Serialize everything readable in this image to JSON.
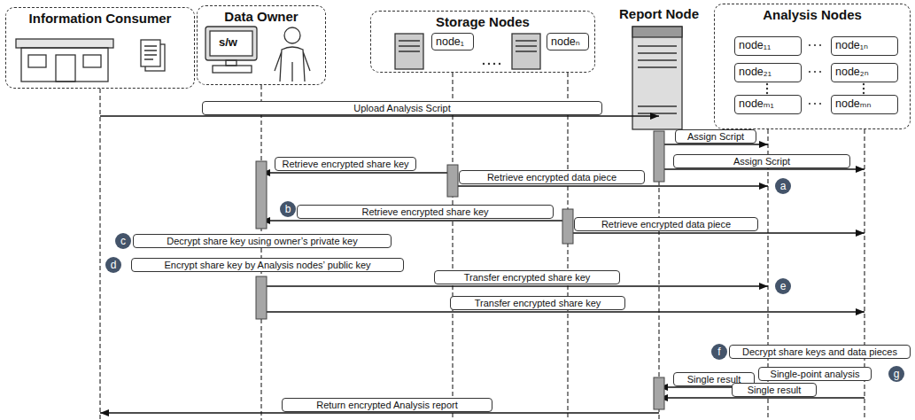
{
  "diagram": {
    "nodes": [
      {
        "text": [
          "Information Consumer"
        ]
      },
      {
        "text": [
          "Data Owner"
        ]
      },
      {
        "text": [
          "Storage Nodes"
        ]
      },
      {
        "text": [
          "node₁"
        ],
        "in": 2
      },
      {
        "text": [
          "nodeₙ"
        ],
        "in": 2
      },
      {
        "text": [
          "Report Node"
        ]
      },
      {
        "text": [
          "Analysis Nodes"
        ]
      },
      {
        "text": [
          "node₁₁"
        ],
        "in": 6
      },
      {
        "text": [
          "node₂₁"
        ],
        "in": 6
      },
      {
        "text": [
          "nodeₘ₁"
        ],
        "in": 6
      },
      {
        "text": [
          "node₁ₙ"
        ],
        "in": 6
      },
      {
        "text": [
          "node₂ₙ"
        ],
        "in": 6
      },
      {
        "text": [
          "nodeₘₙ"
        ],
        "in": 6
      }
    ],
    "edges": [
      {
        "from": 0,
        "to": 5,
        "arrow": "to",
        "label": "Upload Analysis Script"
      },
      {
        "from": 5,
        "to": 9,
        "arrow": "to",
        "label": "Assign Script"
      },
      {
        "from": 5,
        "to": 12,
        "arrow": "to",
        "label": "Assign Script"
      },
      {
        "from": 3,
        "to": 1,
        "arrow": "to",
        "label": "Retrieve encrypted share key"
      },
      {
        "from": 3,
        "to": 9,
        "arrow": "to",
        "label": "Retrieve encrypted data piece"
      },
      {
        "from": 4,
        "to": 1,
        "arrow": "to",
        "label": "Retrieve encrypted share key"
      },
      {
        "from": 4,
        "to": 12,
        "arrow": "to",
        "label": "Retrieve encrypted data piece"
      },
      {
        "from": 1,
        "to": 9,
        "arrow": "to",
        "label": "Transfer encrypted share key"
      },
      {
        "from": 1,
        "to": 12,
        "arrow": "to",
        "label": "Transfer encrypted share key"
      },
      {
        "from": 9,
        "to": 5,
        "arrow": "to",
        "label": "Single result"
      },
      {
        "from": 12,
        "to": 5,
        "arrow": "to",
        "label": "Single result"
      },
      {
        "from": 5,
        "to": 0,
        "arrow": "to",
        "label": "Return encrypted Analysis report"
      }
    ],
    "labels": [
      "s/w",
      "a",
      "b",
      "c",
      "Decrypt share key using owner’s private key",
      "d",
      "Encrypt share key by Analysis nodes’ public key",
      "e",
      "f",
      "Decrypt share keys and data pieces",
      "Single-point analysis",
      "g"
    ]
  }
}
